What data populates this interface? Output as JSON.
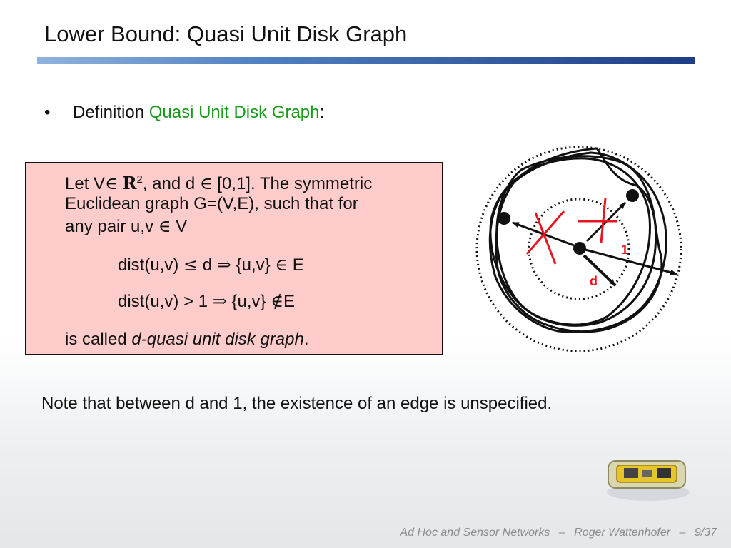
{
  "title": "Lower Bound: Quasi Unit Disk Graph",
  "bullet": {
    "marker": "•",
    "prefix": "Definition ",
    "term": "Quasi Unit Disk Graph",
    "suffix": ":"
  },
  "definition": {
    "line1_a": "Let V",
    "line1_in": "∈",
    "line1_R": "R",
    "line1_sup": "2",
    "line1_b": ", and d ",
    "line1_in2": "∈",
    "line1_c": " [0,1]. The symmetric",
    "line2": "Euclidean graph G=(V,E), such that for",
    "line3_a": "any pair u,v ",
    "line3_in": "∈",
    "line3_b": " V",
    "cond1_a": "dist(u,v) ",
    "cond1_le": "≤",
    "cond1_b": " d ",
    "cond1_imp": "⇒",
    "cond1_c": " {u,v} ",
    "cond1_in": "∈",
    "cond1_d": " E",
    "cond2_a": "dist(u,v) > 1  ",
    "cond2_imp": "⇒",
    "cond2_b": " {u,v} ",
    "cond2_nin": "∉",
    "cond2_c": "E",
    "last_a": "is called ",
    "last_em": "d-quasi unit disk graph",
    "last_b": "."
  },
  "diagram": {
    "label_one": "1",
    "label_d": "d",
    "colors": {
      "stroke": "#111111",
      "cross": "#e8141e",
      "label": "#e8141e"
    }
  },
  "note": "Note that between d and 1, the existence of an edge is unspecified.",
  "footer": {
    "course": "Ad Hoc and Sensor Networks",
    "sep1": "–",
    "author": "Roger Wattenhofer",
    "sep2": "–",
    "page": "9/37"
  }
}
